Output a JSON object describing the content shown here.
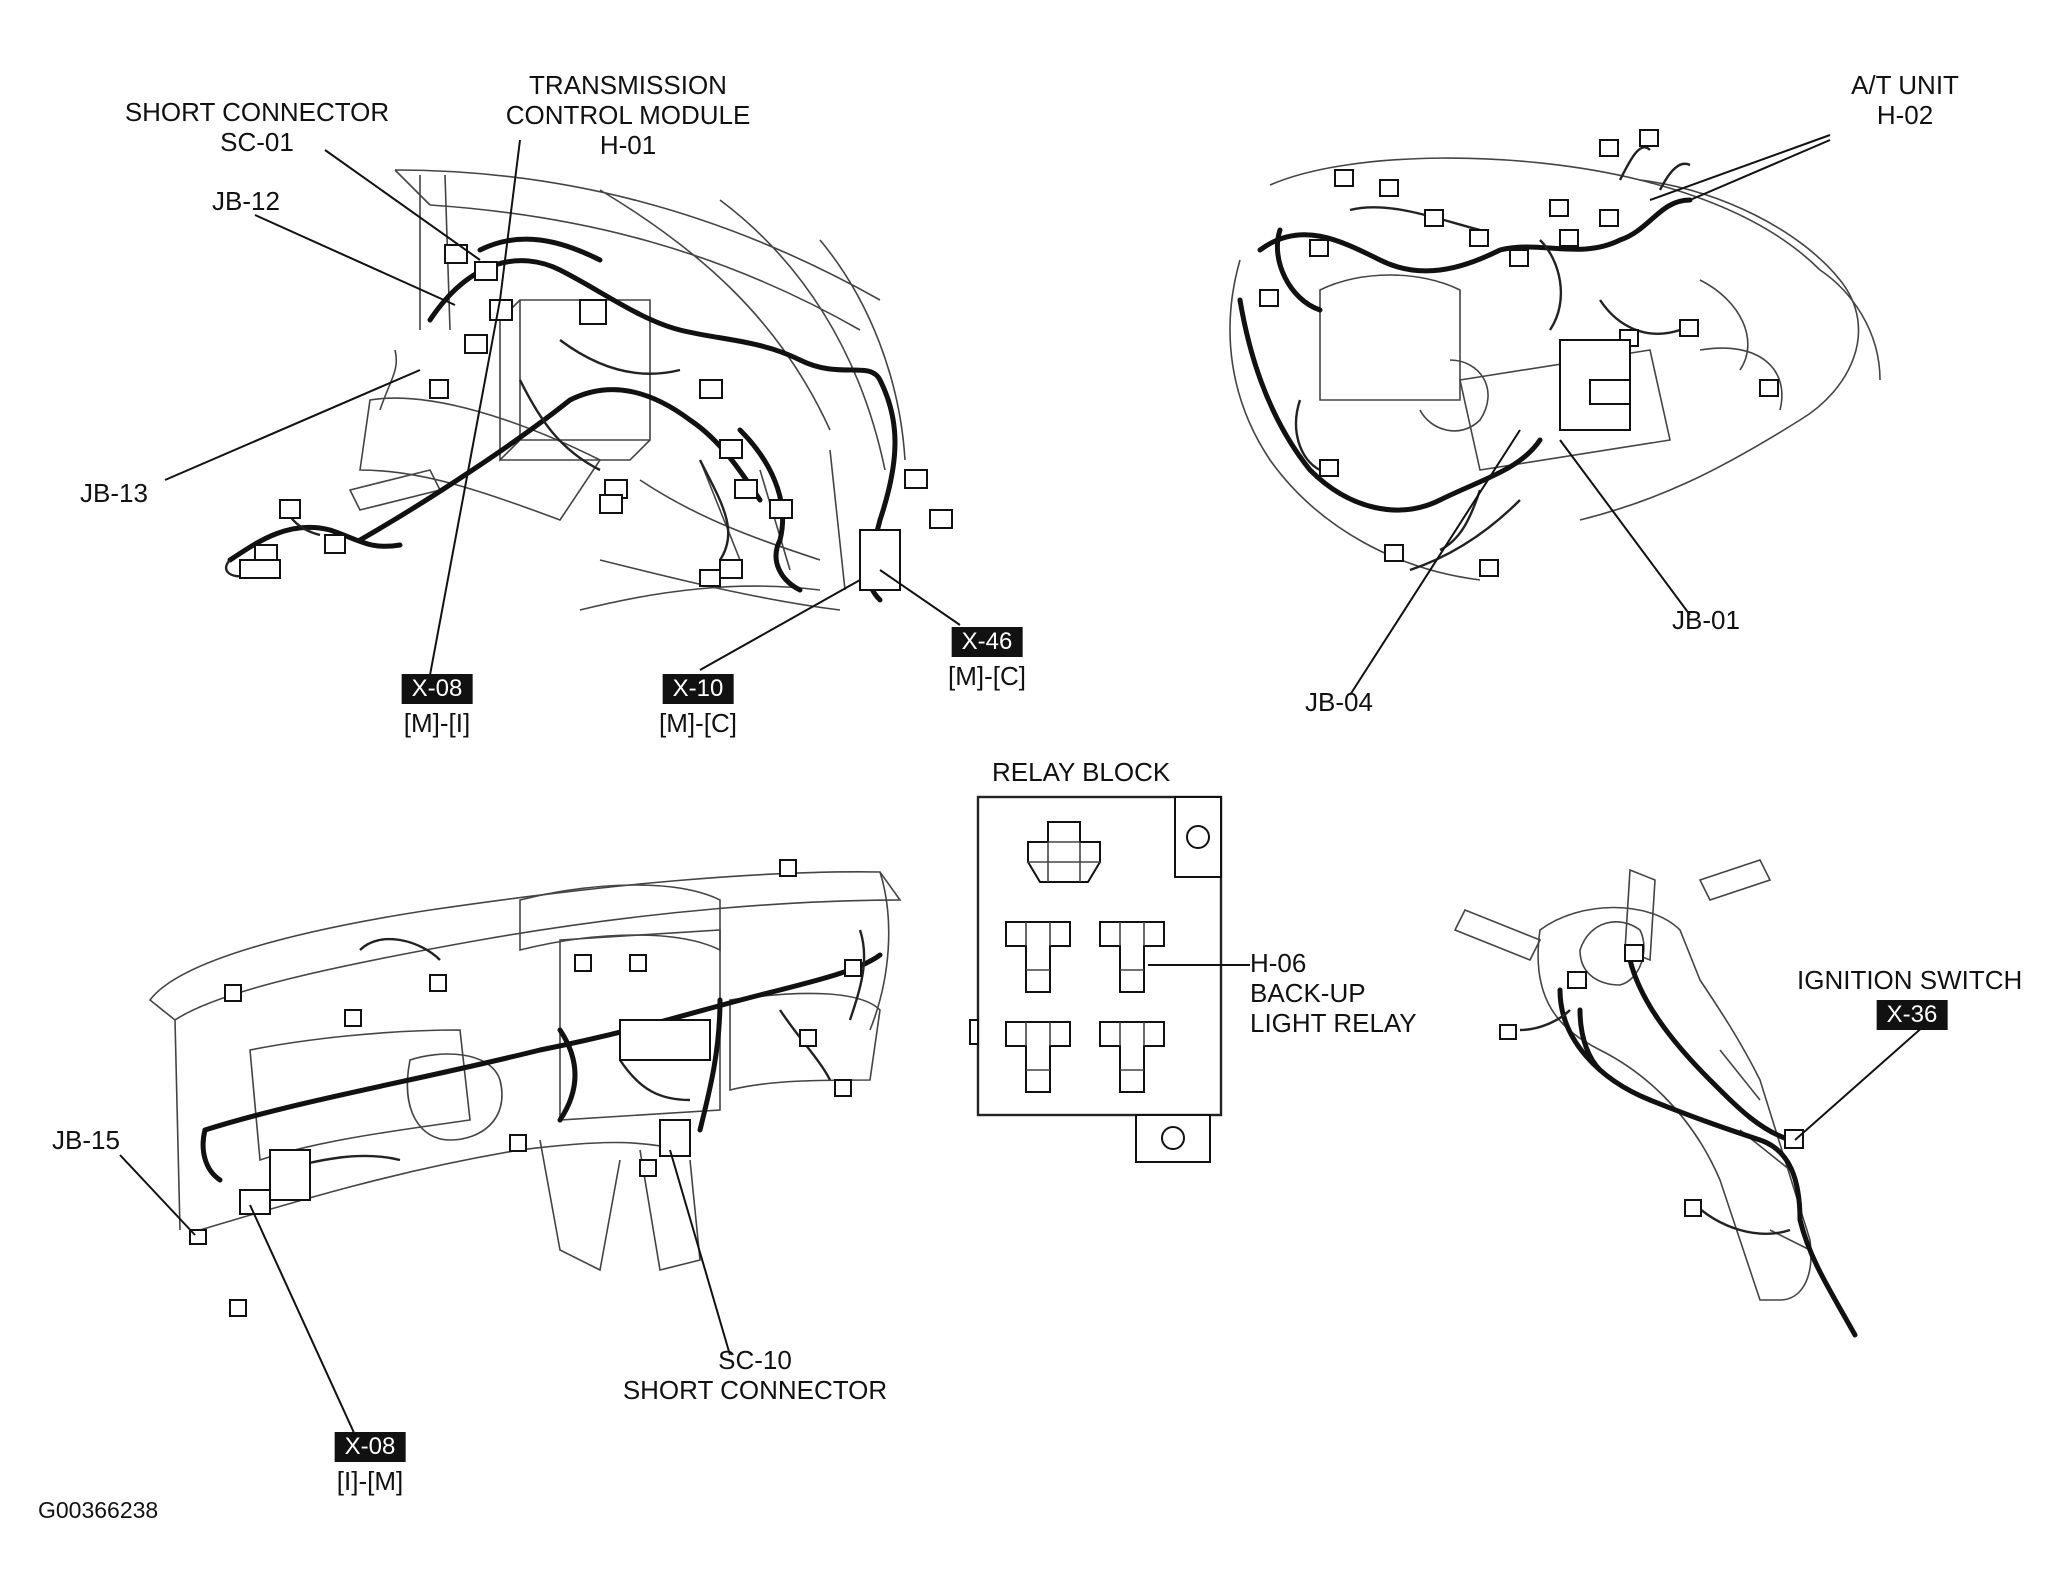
{
  "labels": {
    "short_connector_sc01": [
      "SHORT CONNECTOR",
      "SC-01"
    ],
    "tcm_h01": [
      "TRANSMISSION",
      "CONTROL MODULE",
      "H-01"
    ],
    "jb12": "JB-12",
    "jb13": "JB-13",
    "at_unit_h02": [
      "A/T UNIT",
      "H-02"
    ],
    "jb01": "JB-01",
    "jb04": "JB-04",
    "relay_block": "RELAY BLOCK",
    "h06_backup": [
      "H-06",
      "BACK-UP",
      "LIGHT RELAY"
    ],
    "ignition_switch": "IGNITION SWITCH",
    "jb15": "JB-15",
    "sc10": [
      "SC-10",
      "SHORT CONNECTOR"
    ],
    "figure_id": "G00366238"
  },
  "callouts": {
    "x08_top": {
      "code": "X-08",
      "pins": "[M]-[I]"
    },
    "x10": {
      "code": "X-10",
      "pins": "[M]-[C]"
    },
    "x46": {
      "code": "X-46",
      "pins": "[M]-[C]"
    },
    "x36": {
      "code": "X-36"
    },
    "x08_bottom": {
      "code": "X-08",
      "pins": "[I]-[M]"
    }
  }
}
